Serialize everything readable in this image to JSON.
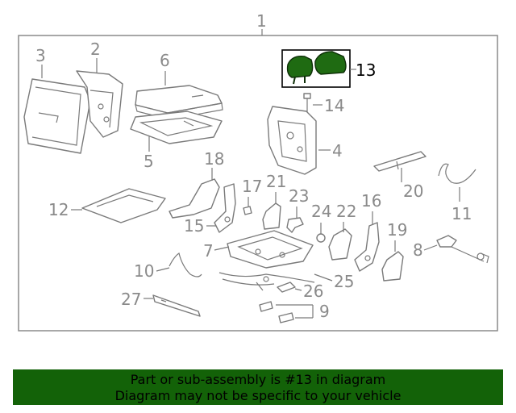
{
  "diagram": {
    "assembly_label": "1",
    "callouts": [
      "2",
      "3",
      "4",
      "5",
      "6",
      "7",
      "8",
      "9",
      "10",
      "11",
      "12",
      "13",
      "14",
      "15",
      "16",
      "17",
      "18",
      "19",
      "20",
      "21",
      "22",
      "23",
      "24",
      "25",
      "26",
      "27"
    ],
    "highlight_callout": "13",
    "highlight_color": "#1f6b12"
  },
  "banner": {
    "line1": "Part or sub-assembly is #13 in diagram",
    "line2": "Diagram may not be specific to your vehicle",
    "bg_color": "#136208"
  }
}
